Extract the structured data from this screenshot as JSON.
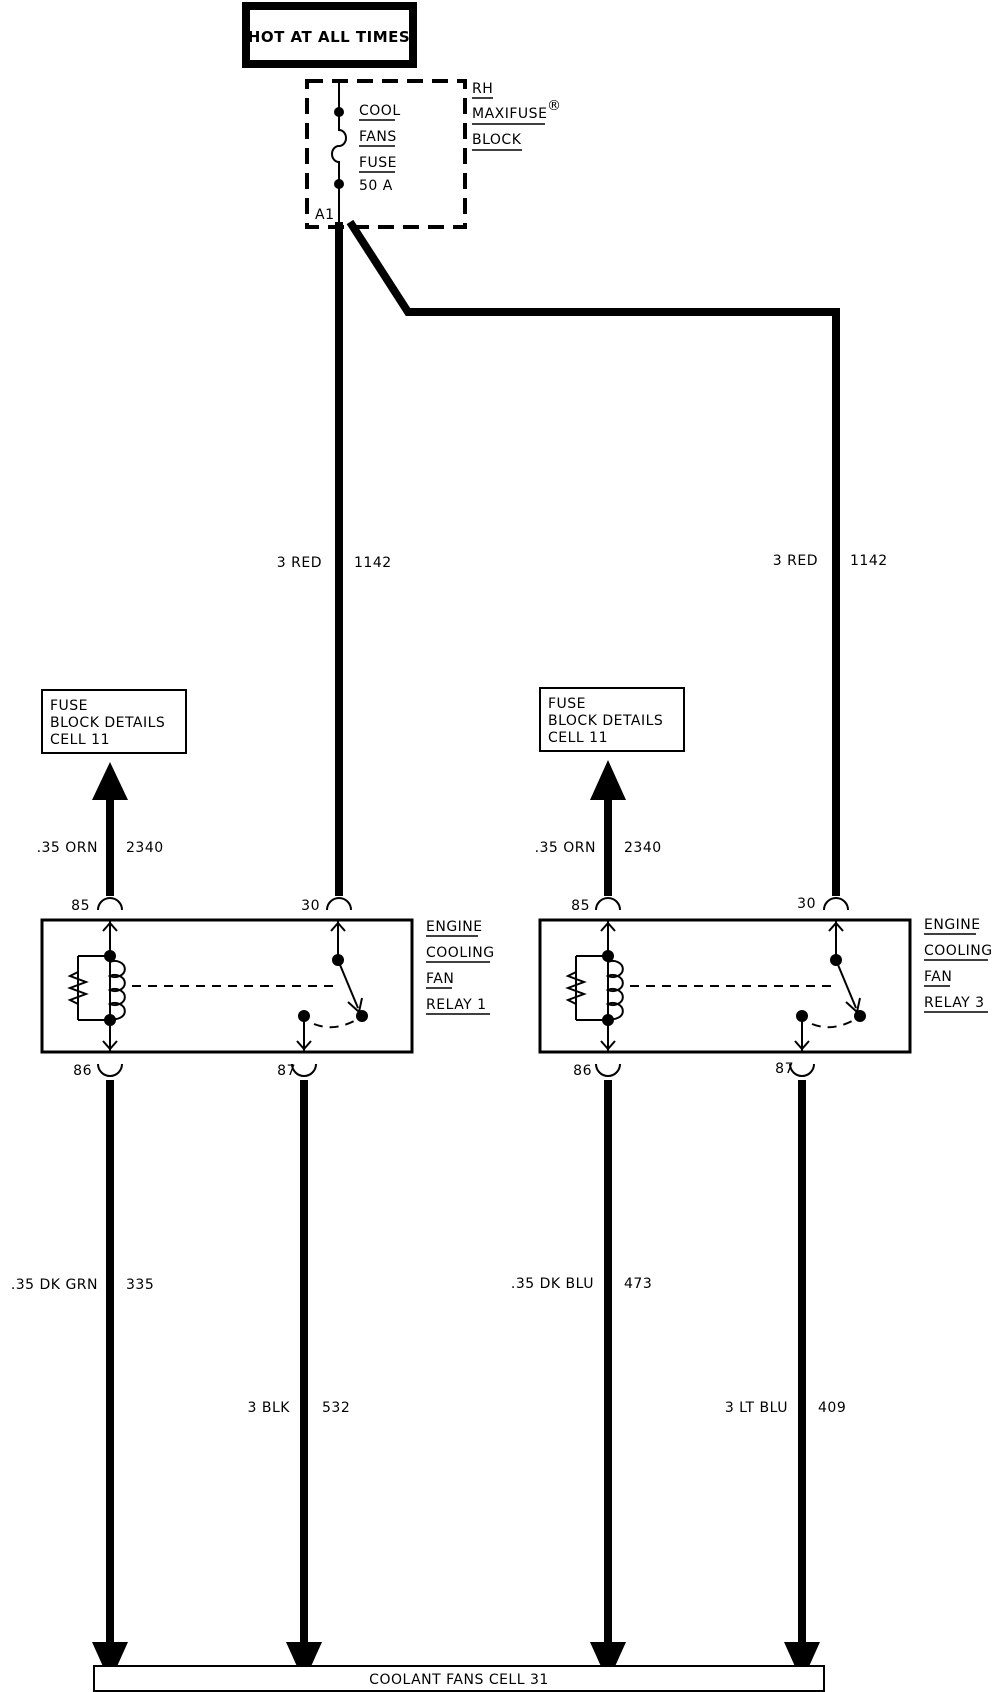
{
  "power_source": {
    "label": "HOT AT ALL TIMES"
  },
  "fuse_block": {
    "name_lines": [
      "RH",
      "MAXIFUSE",
      "BLOCK"
    ],
    "registered_mark": "®",
    "fuse_lines": [
      "COOL",
      "FANS",
      "FUSE",
      "50 A"
    ],
    "terminal": "A1"
  },
  "feed_wires": [
    {
      "gauge_color": "3 RED",
      "circuit": "1142"
    },
    {
      "gauge_color": "3 RED",
      "circuit": "1142"
    }
  ],
  "relays": [
    {
      "name_lines": [
        "ENGINE",
        "COOLING",
        "FAN",
        "RELAY 1"
      ],
      "pins": {
        "p85": "85",
        "p30": "30",
        "p86": "86",
        "p87": "87"
      },
      "ref_box_lines": [
        "FUSE",
        "BLOCK DETAILS",
        "CELL 11"
      ],
      "wire_85": {
        "gauge_color": ".35 ORN",
        "circuit": "2340"
      },
      "wire_86": {
        "gauge_color": ".35 DK GRN",
        "circuit": "335"
      },
      "wire_87": {
        "gauge_color": "3 BLK",
        "circuit": "532"
      }
    },
    {
      "name_lines": [
        "ENGINE",
        "COOLING",
        "FAN",
        "RELAY 3"
      ],
      "pins": {
        "p85": "85",
        "p30": "30",
        "p86": "86",
        "p87": "87"
      },
      "ref_box_lines": [
        "FUSE",
        "BLOCK DETAILS",
        "CELL 11"
      ],
      "wire_85": {
        "gauge_color": ".35 ORN",
        "circuit": "2340"
      },
      "wire_86": {
        "gauge_color": ".35 DK BLU",
        "circuit": "473"
      },
      "wire_87": {
        "gauge_color": "3 LT BLU",
        "circuit": "409"
      }
    }
  ],
  "destination": {
    "label": "COOLANT FANS CELL 31"
  }
}
